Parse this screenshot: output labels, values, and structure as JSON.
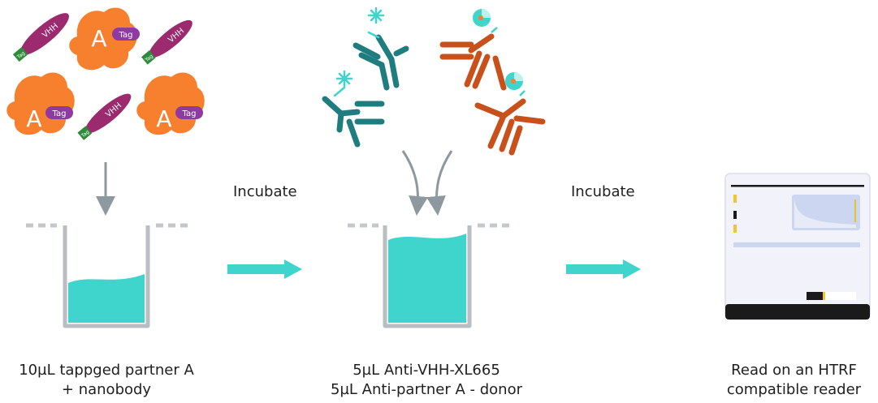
{
  "steps": [
    {
      "caption_line1": "10µL tappged partner A",
      "caption_line2": "+ nanobody"
    },
    {
      "caption_line1": "5µL Anti-VHH-XL665",
      "caption_line2": "5µL Anti-partner A - donor"
    },
    {
      "caption_line1": "Read on an HTRF",
      "caption_line2": "compatible reader"
    }
  ],
  "transitions": [
    {
      "label": "Incubate"
    },
    {
      "label": "Incubate"
    }
  ],
  "molecules": {
    "partner_letter": "A",
    "tag_label": "Tag",
    "nanobody_label": "VHH"
  },
  "colors": {
    "liquid": "#3fd4cc",
    "arrow_teal": "#3fd4cc",
    "partner": "#f7802e",
    "nanobody": "#9b2a6e",
    "tag_purple": "#8e3aa0",
    "tag_green": "#2f8a3a",
    "acceptor_antibody": "#1f7d80",
    "donor_antibody": "#c8501a",
    "well": "#b9bec3",
    "arrow_grey": "#8d999e"
  }
}
